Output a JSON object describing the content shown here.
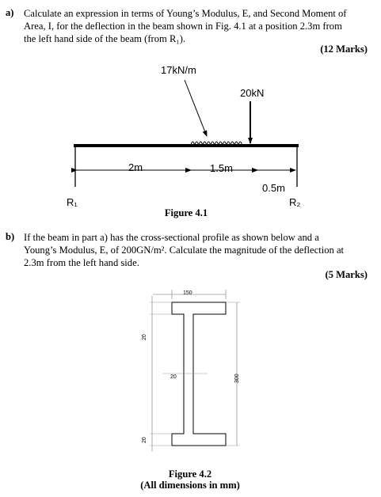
{
  "part_a": {
    "label": "a)",
    "lines": [
      "Calculate an expression in terms of Young’s Modulus, E, and Second Moment of",
      "Area, I, for the deflection in the beam shown in Fig. 4.1 at a position 2.3m from",
      "the left hand side of the beam (from R₁)."
    ],
    "marks": "(12 Marks)"
  },
  "figure1": {
    "udl_label": "17kN/m",
    "point_load_label": "20kN",
    "span1": "2m",
    "span2": "1.5m",
    "span3": "0.5m",
    "r1": "R₁",
    "r2": "R₂",
    "caption": "Figure 4.1"
  },
  "part_b": {
    "label": "b)",
    "lines": [
      "If the beam in part a) has the cross-sectional profile as shown below and a",
      "Young’s Modulus, E, of 200GN/m². Calculate the magnitude of the deflection at",
      "2.3m from the left hand side."
    ],
    "marks": "(5 Marks)"
  },
  "figure2": {
    "flange_width": "150",
    "top_flange_thickness": "20",
    "web_thickness": "20",
    "bottom_flange_thickness": "20",
    "height": "300",
    "caption": "Figure 4.2",
    "subcaption": "(All dimensions in mm)"
  }
}
